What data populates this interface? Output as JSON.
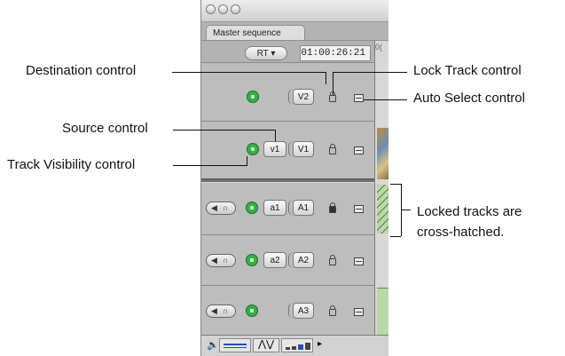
{
  "window": {
    "tab_label": "Master sequence",
    "rt_label": "RT ▾",
    "timecode": "01:00:26:21",
    "ruler_fragment": "0("
  },
  "tracks": {
    "v2": {
      "dest": "V2"
    },
    "v1": {
      "source": "v1",
      "dest": "V1"
    },
    "a1": {
      "source": "a1",
      "dest": "A1"
    },
    "a2": {
      "source": "a2",
      "dest": "A2"
    },
    "a3": {
      "dest": "A3"
    }
  },
  "callouts": {
    "destination": "Destination control",
    "source": "Source control",
    "visibility": "Track Visibility control",
    "lock": "Lock Track control",
    "autoselect": "Auto Select control",
    "locked_line1": "Locked tracks are",
    "locked_line2": "cross-hatched."
  },
  "colors": {
    "window_bg": "#b3b3b3",
    "visibility_green": "#35b045",
    "clip_green": "#b9d9a8"
  }
}
